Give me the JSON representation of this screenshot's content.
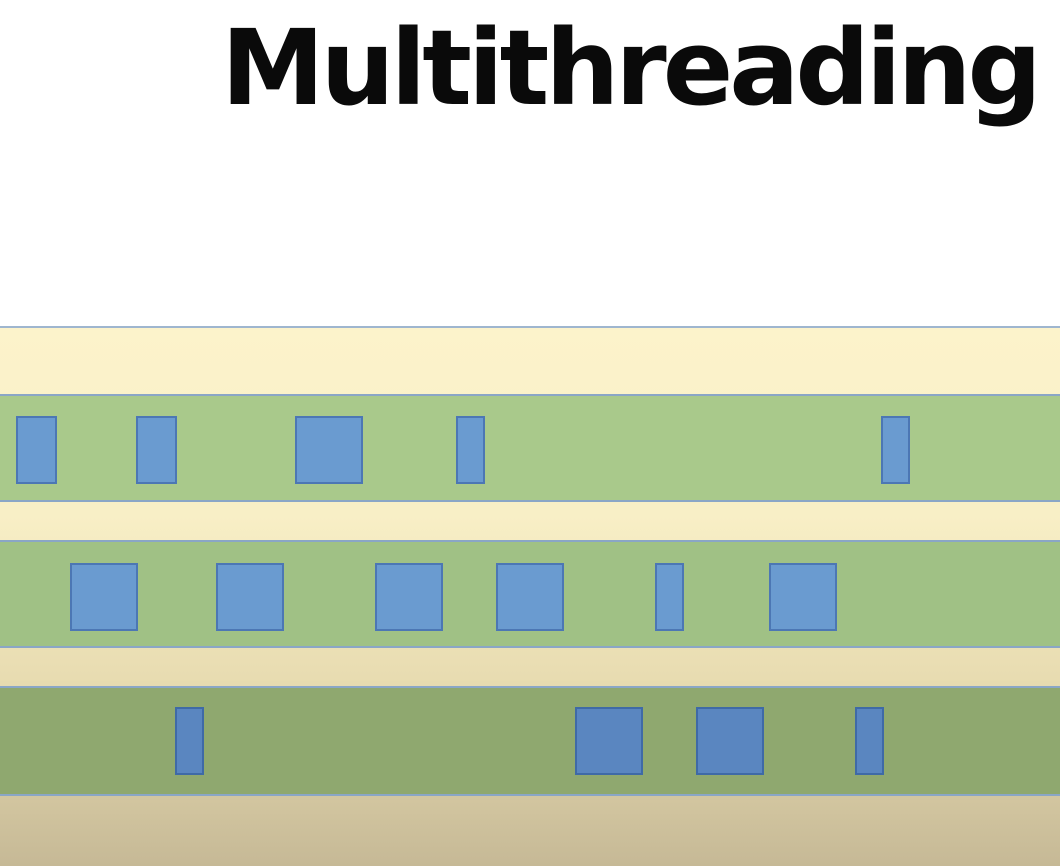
{
  "title": "Multithreading",
  "colors": {
    "background": "#ffffff",
    "band": "#fcf3cb",
    "lane": "#a9c98b",
    "task": "#6a9bd0",
    "border": "#8aa6c6"
  },
  "lanes": [
    {
      "tasks": 5
    },
    {
      "tasks": 6
    },
    {
      "tasks": 4
    }
  ]
}
